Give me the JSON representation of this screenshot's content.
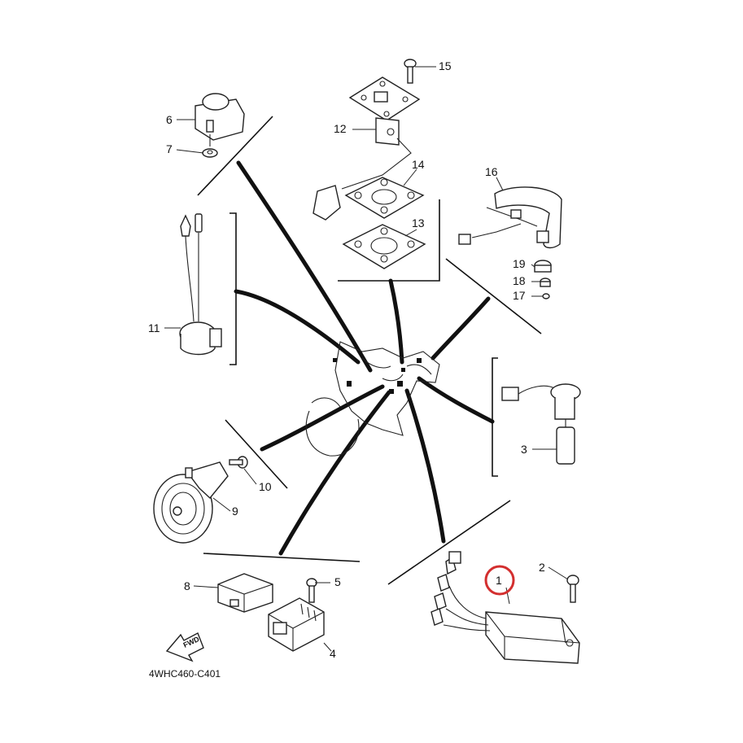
{
  "diagram": {
    "drawing_code": "4WHC460-C401",
    "fwd_label": "FWD",
    "highlight_color": "#d32f2f",
    "callouts": {
      "c1": "1",
      "c2": "2",
      "c3": "3",
      "c4": "4",
      "c5": "5",
      "c6": "6",
      "c7": "7",
      "c8": "8",
      "c9": "9",
      "c10": "10",
      "c11": "11",
      "c12": "12",
      "c13": "13",
      "c14": "14",
      "c15": "15",
      "c16": "16",
      "c17": "17",
      "c18": "18",
      "c19": "19"
    }
  }
}
